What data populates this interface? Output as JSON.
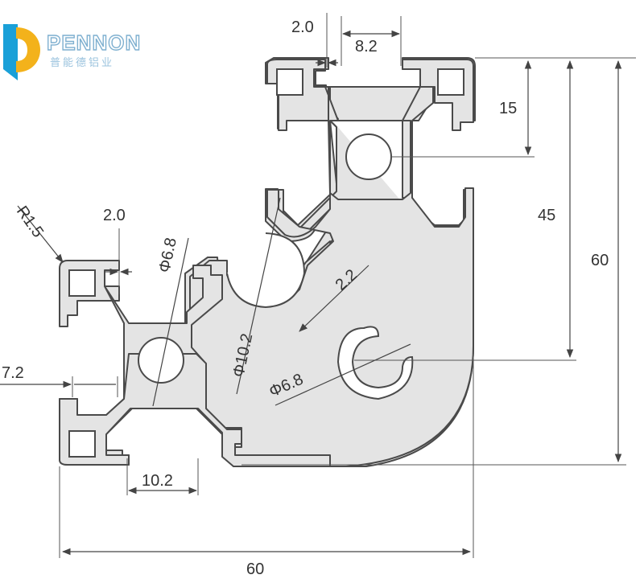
{
  "logo": {
    "brand_name": "PENNON",
    "subtitle": "普能德铝业",
    "colors": {
      "left": "#1aa0d8",
      "right": "#f3b21b",
      "text_outline": "#7fb0d0"
    }
  },
  "dimensions": {
    "top_slot_wall": "2.0",
    "top_slot_width": "8.2",
    "hole_to_top": "15",
    "inner_height": "45",
    "total_height": "60",
    "corner_radius": "R1.5",
    "left_slot_wall": "2.0",
    "hole_small_dia": "Φ6.8",
    "side_offset": "7.2",
    "inner_slot_web": "2.2",
    "hole_large_dia": "Φ10.2",
    "groove_dia": "Φ6.8",
    "bottom_slot_width": "10.2",
    "total_width": "60"
  }
}
